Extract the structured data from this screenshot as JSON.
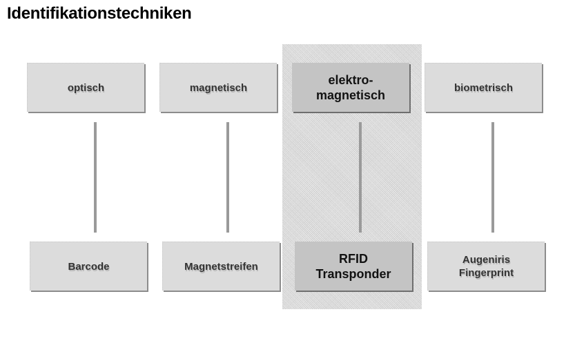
{
  "title": "Identifikationstechniken",
  "categories": [
    {
      "label": "optisch",
      "example": "Barcode",
      "highlighted": false
    },
    {
      "label": "magnetisch",
      "example": "Magnetstreifen",
      "highlighted": false
    },
    {
      "label": "elektro-\nmagnetisch",
      "example": "RFID\nTransponder",
      "highlighted": true
    },
    {
      "label": "biometrisch",
      "example": "Augeniris\nFingerprint",
      "highlighted": false
    }
  ]
}
